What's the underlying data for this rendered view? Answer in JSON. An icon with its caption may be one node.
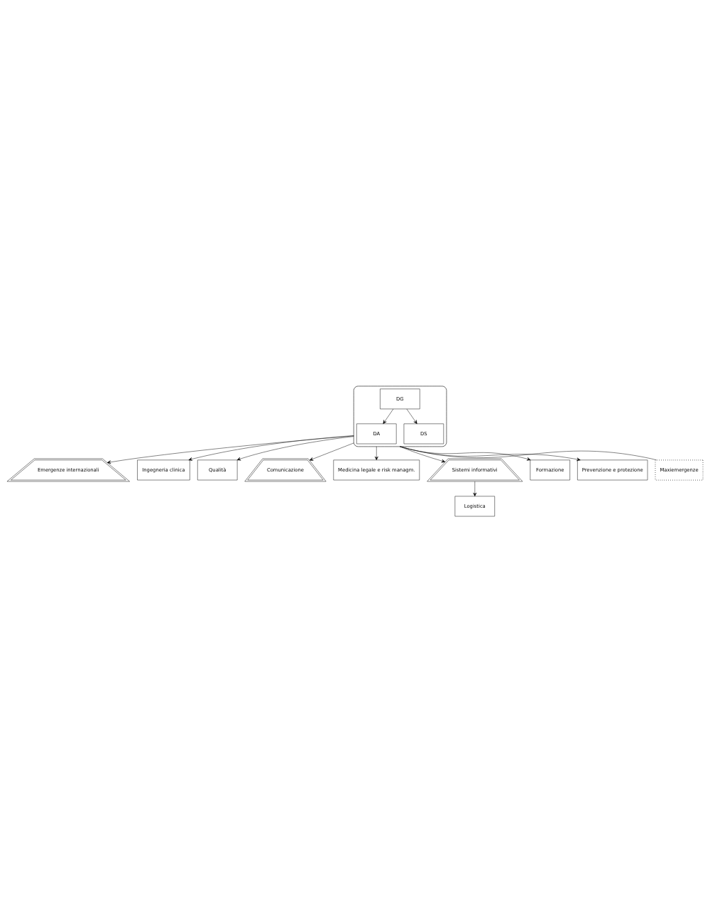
{
  "diagram": {
    "nodes": [
      {
        "text": [],
        "shape": "ellipse"
      },
      {
        "text": [
          "DG"
        ],
        "in": 0
      },
      {
        "text": [
          "DA"
        ],
        "in": 0
      },
      {
        "text": [
          "DS"
        ],
        "in": 0
      },
      {
        "text": [
          "Emergenze internazionali"
        ]
      },
      {
        "text": [
          "Ingegneria clinica"
        ]
      },
      {
        "text": [
          "Qualità"
        ]
      },
      {
        "text": [
          "Comunicazione"
        ]
      },
      {
        "text": [
          "Medicina legale e risk managm."
        ]
      },
      {
        "text": [
          "Sistemi informativi"
        ]
      },
      {
        "text": [
          "Formazione"
        ]
      },
      {
        "text": [
          "Prevenzione e protezione"
        ]
      },
      {
        "text": [
          "Logistica"
        ]
      },
      {
        "text": [
          "Maxiemergenze"
        ]
      }
    ],
    "edges": [
      {
        "from": 1,
        "to": 2,
        "arrow": "to"
      },
      {
        "from": 1,
        "to": 3,
        "arrow": "to"
      },
      {
        "from": 0,
        "to": 4,
        "arrow": "to"
      },
      {
        "from": 0,
        "to": 5,
        "arrow": "to"
      },
      {
        "from": 0,
        "to": 6,
        "arrow": "to"
      },
      {
        "from": 0,
        "to": 7,
        "arrow": "to"
      },
      {
        "from": 0,
        "to": 8,
        "arrow": "to"
      },
      {
        "from": 0,
        "to": 9,
        "arrow": "to"
      },
      {
        "from": 0,
        "to": 10,
        "arrow": "to"
      },
      {
        "from": 0,
        "to": 11,
        "arrow": "to"
      },
      {
        "from": 9,
        "to": 12,
        "arrow": "to"
      },
      {
        "from": 0,
        "to": 13,
        "arrow": "none"
      }
    ]
  }
}
